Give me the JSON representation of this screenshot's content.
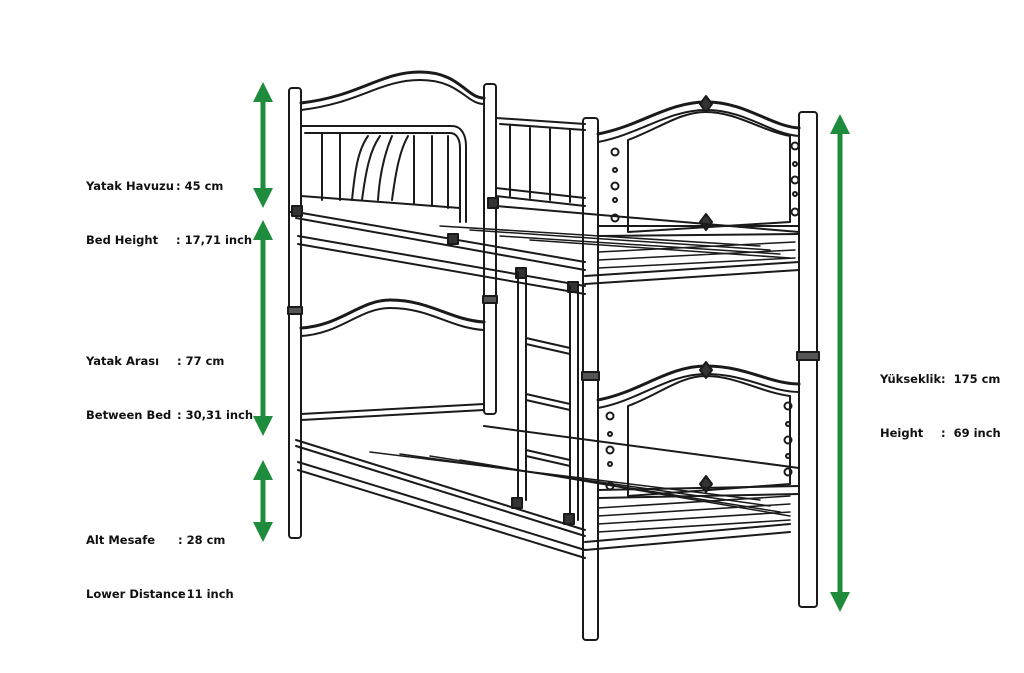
{
  "dimensions": {
    "bed_height": {
      "tr_label": "Yatak Havuzu",
      "tr_value": ": 45 cm",
      "en_label": "Bed Height",
      "en_value": ": 17,71 inch"
    },
    "between_bed": {
      "tr_label": "Yatak Arası",
      "tr_value": ": 77 cm",
      "en_label": "Between Bed",
      "en_value": ": 30,31 inch"
    },
    "lower_distance": {
      "tr_label": "Alt Mesafe",
      "tr_value": ": 28 cm",
      "en_label": "Lower Distance",
      "en_value": ": 11 inch"
    },
    "total_height": {
      "tr_label": "Yükseklik",
      "tr_value": ":  175 cm",
      "en_label": "Height",
      "en_value": ":  69 inch"
    }
  },
  "colors": {
    "arrow": "#1e8c3c",
    "frame": "#1a1a1a",
    "background": "#ffffff"
  }
}
